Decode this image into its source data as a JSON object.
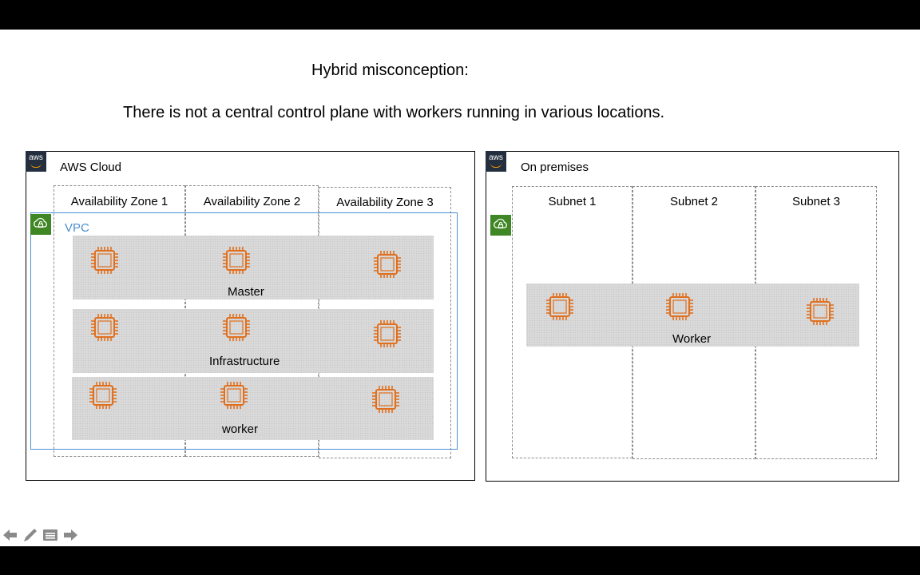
{
  "slide": {
    "heading": "Hybrid misconception:",
    "subheading": "There is not a central control plane with workers running in various locations."
  },
  "aws_panel": {
    "logo_text": "aws",
    "title": "AWS Cloud",
    "vpc_label": "VPC",
    "zones": [
      "Availability Zone 1",
      "Availability Zone 2",
      "Availability Zone 3"
    ],
    "groups": [
      "Master",
      "Infrastructure",
      "worker"
    ]
  },
  "onprem_panel": {
    "logo_text": "aws",
    "title": "On premises",
    "subnets": [
      "Subnet  1",
      "Subnet  2",
      "Subnet  3"
    ],
    "group": "Worker"
  },
  "colors": {
    "chip_orange": "#e0701f",
    "vpc_blue": "#4a8fd1",
    "aws_dark": "#232f3e",
    "vpc_green": "#3f8624"
  },
  "icons": [
    "ec2-instance-icon",
    "vpc-lock-icon",
    "aws-logo-icon",
    "back-arrow-icon",
    "pen-icon",
    "menu-icon",
    "forward-arrow-icon"
  ]
}
